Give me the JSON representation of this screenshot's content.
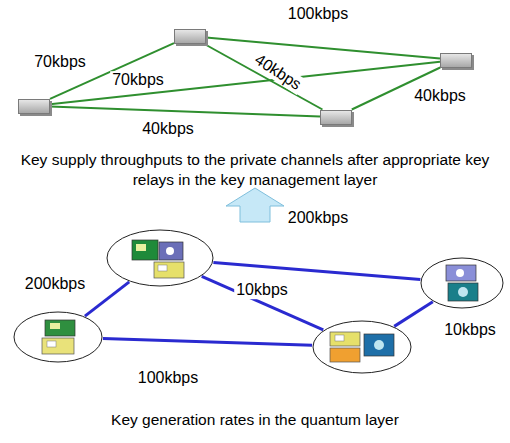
{
  "diagram": {
    "nodes": [
      {
        "text": []
      },
      {
        "text": []
      },
      {
        "text": []
      },
      {
        "text": []
      },
      {
        "text": []
      },
      {
        "text": []
      },
      {
        "text": []
      },
      {
        "text": []
      }
    ],
    "edges": [
      {
        "from": 0,
        "to": 1,
        "arrow": "none",
        "label": "100kbps"
      },
      {
        "from": 2,
        "to": 0,
        "arrow": "none",
        "label": "70kbps"
      },
      {
        "from": 0,
        "to": 3,
        "arrow": "none",
        "label": "40kbps"
      },
      {
        "from": 2,
        "to": 1,
        "arrow": "none",
        "label": "70kbps"
      },
      {
        "from": 3,
        "to": 1,
        "arrow": "none",
        "label": "40kbps"
      },
      {
        "from": 2,
        "to": 3,
        "arrow": "none",
        "label": "40kbps"
      },
      {
        "from": 4,
        "to": 5,
        "arrow": "none",
        "label": "200kbps"
      },
      {
        "from": 6,
        "to": 4,
        "arrow": "none",
        "label": "200kbps"
      },
      {
        "from": 4,
        "to": 7,
        "arrow": "none",
        "label": "10kbps"
      },
      {
        "from": 5,
        "to": 7,
        "arrow": "none",
        "label": "10kbps"
      },
      {
        "from": 6,
        "to": 7,
        "arrow": "none",
        "label": "100kbps"
      }
    ],
    "labels": [
      "Key supply throughputs to the private channels after appropriate key relays in the key management layer",
      "Key generation rates in the quantum layer"
    ]
  }
}
